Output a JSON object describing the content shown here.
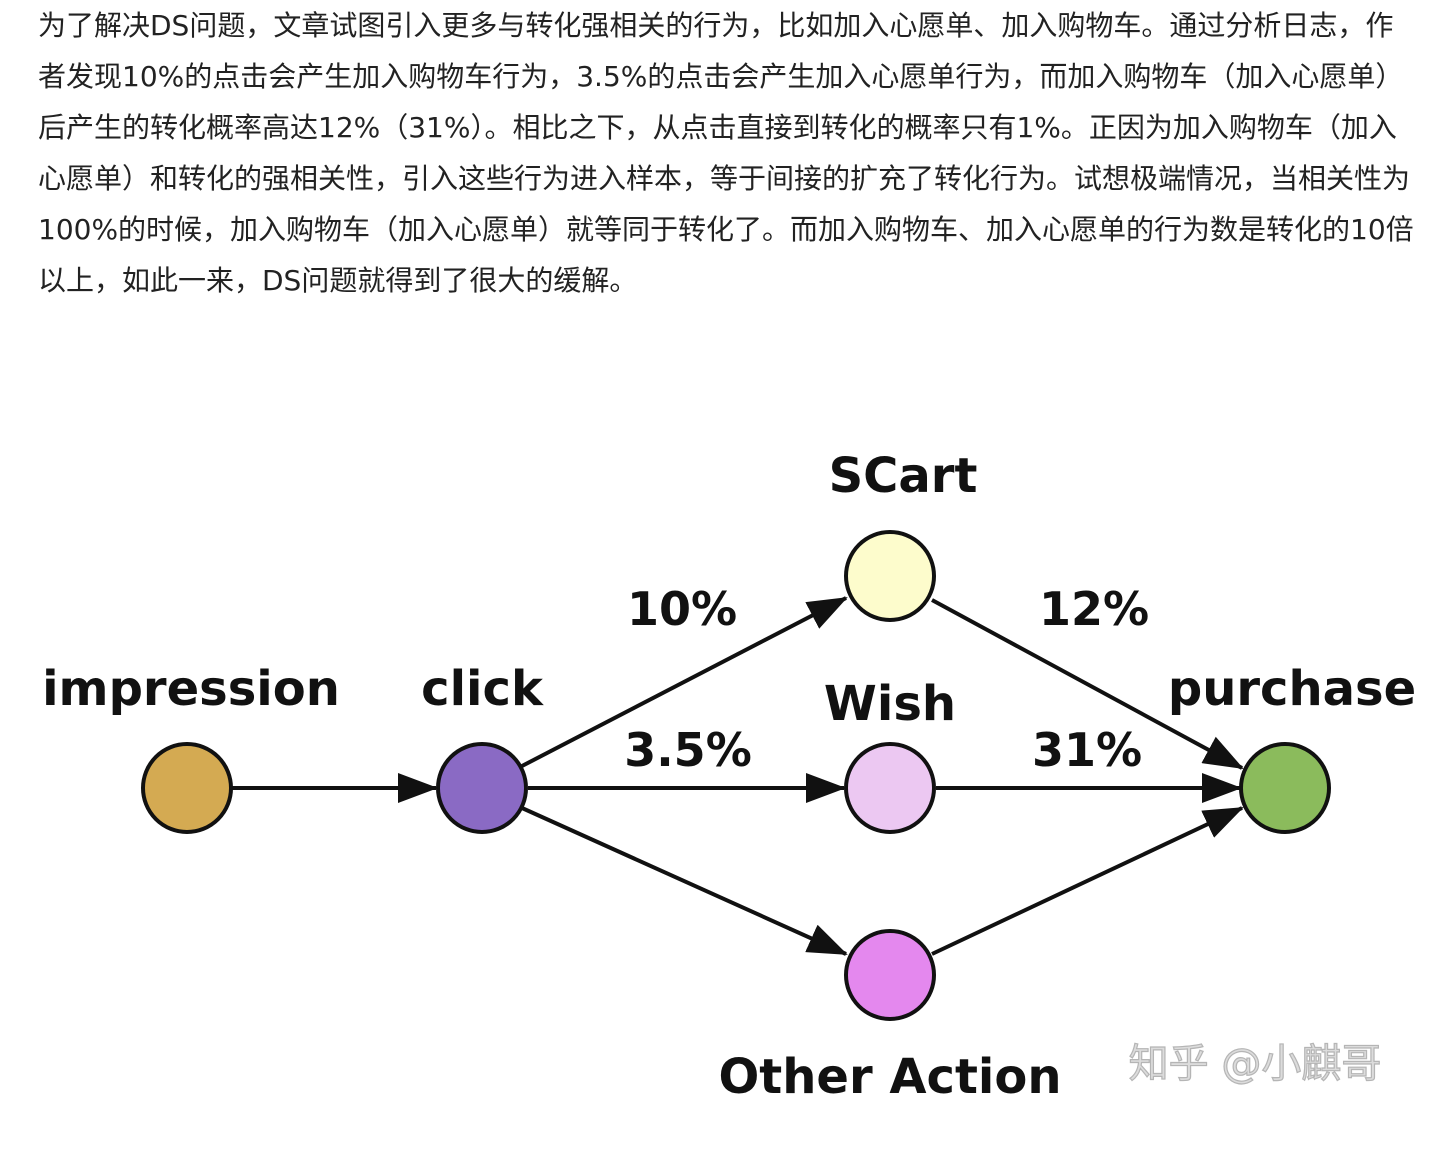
{
  "article": {
    "paragraph": "为了解决DS问题，文章试图引入更多与转化强相关的行为，比如加入心愿单、加入购物车。通过分析日志，作者发现10%的点击会产生加入购物车行为，3.5%的点击会产生加入心愿单行为，而加入购物车（加入心愿单）后产生的转化概率高达12%（31%）。相比之下，从点击直接到转化的概率只有1%。正因为加入购物车（加入心愿单）和转化的强相关性，引入这些行为进入样本，等于间接的扩充了转化行为。试想极端情况，当相关性为100%的时候，加入购物车（加入心愿单）就等同于转化了。而加入购物车、加入心愿单的行为数是转化的10倍以上，如此一来，DS问题就得到了很大的缓解。"
  },
  "diagram": {
    "nodes": {
      "impression": {
        "label": "impression",
        "color": "#d4aa52"
      },
      "click": {
        "label": "click",
        "color": "#8a6ac4"
      },
      "scart": {
        "label": "SCart",
        "color": "#fdfccc"
      },
      "wish": {
        "label": "Wish",
        "color": "#ecc8f2"
      },
      "other": {
        "label": "Other Action",
        "color": "#e488ee"
      },
      "purchase": {
        "label": "purchase",
        "color": "#8bbb5c"
      }
    },
    "edges": {
      "click_scart": "10%",
      "click_wish": "3.5%",
      "scart_purchase": "12%",
      "wish_purchase": "31%"
    },
    "node_outline_color": "#111111",
    "arrow_color": "#111111"
  },
  "watermark": {
    "text": "知乎 @小麒哥"
  }
}
